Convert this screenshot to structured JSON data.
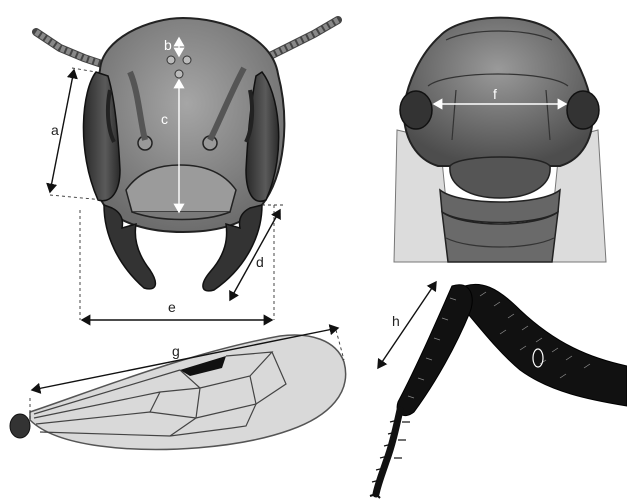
{
  "labels": {
    "a": "a",
    "b": "b",
    "c": "c",
    "d": "d",
    "e": "e",
    "f": "f",
    "g": "g",
    "h": "h"
  },
  "colors": {
    "head_fill": "#8a8a8a",
    "eye_fill": "#3a3a3a",
    "thorax_fill": "#6e6e6e",
    "wing_fill": "#d8d8d8",
    "leg_fill": "#111111"
  }
}
